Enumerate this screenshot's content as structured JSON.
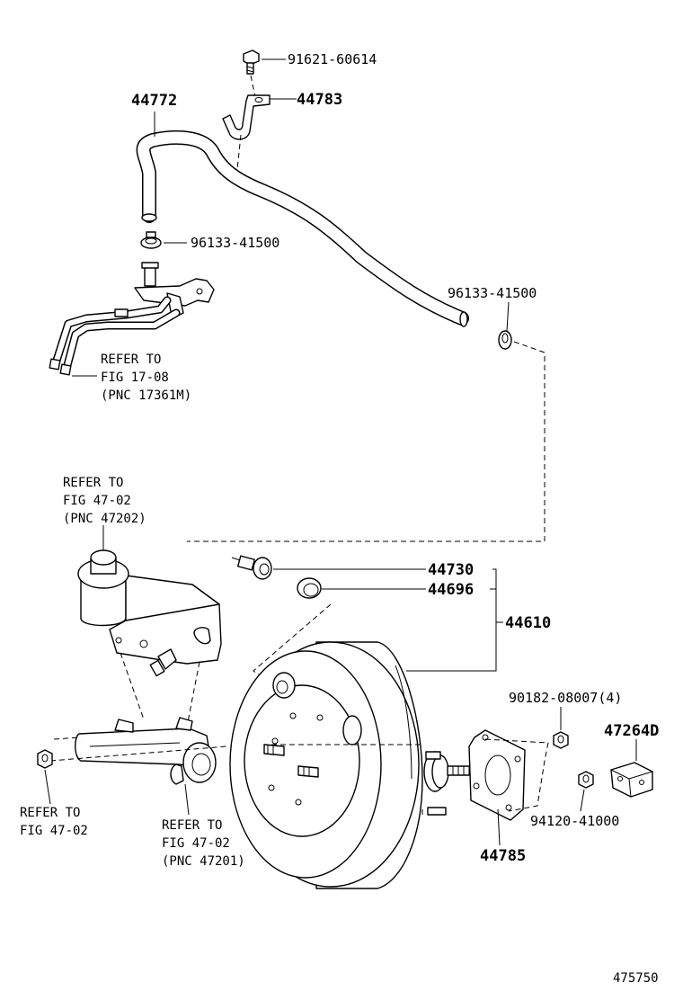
{
  "part_numbers": {
    "bolt_top": "91621-60614",
    "hose": "44772",
    "clamp_bracket": "44783",
    "clip_upper": "96133-41500",
    "clip_right": "96133-41500",
    "check_valve": "44730",
    "grommet": "44696",
    "booster_assy": "44610",
    "nut_booster": "90182-08007(4)",
    "clevis": "47264D",
    "nut_clevis": "94120-41000",
    "gasket": "44785"
  },
  "references": {
    "fig_17_08": [
      "REFER TO",
      "FIG 17-08",
      "(PNC 17361M)"
    ],
    "fig_47_02_reservoir": [
      "REFER TO",
      "FIG 47-02",
      "(PNC 47202)"
    ],
    "fig_47_02_nut": [
      "REFER TO",
      "FIG 47-02"
    ],
    "fig_47_02_cylinder": [
      "REFER TO",
      "FIG 47-02",
      "(PNC 47201)"
    ]
  },
  "figure_id": "475750"
}
